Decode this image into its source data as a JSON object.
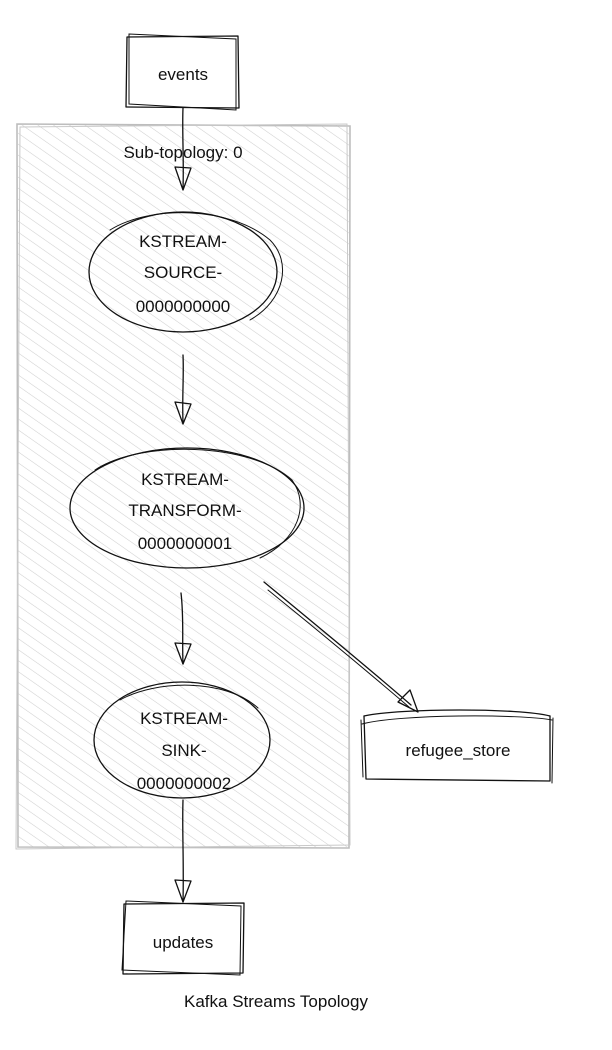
{
  "subtopology": {
    "label": "Sub-topology: 0"
  },
  "topics": {
    "input": "events",
    "output": "updates"
  },
  "processors": {
    "source": [
      "KSTREAM-",
      "SOURCE-",
      "0000000000"
    ],
    "transform": [
      "KSTREAM-",
      "TRANSFORM-",
      "0000000001"
    ],
    "sink": [
      "KSTREAM-",
      "SINK-",
      "0000000002"
    ]
  },
  "store": {
    "name": "refugee_store"
  },
  "caption": "Kafka Streams Topology",
  "colors": {
    "stroke": "#111111",
    "hatch": "#c8c8c8",
    "subtopology_border": "#bdbdbd",
    "background": "#ffffff"
  }
}
